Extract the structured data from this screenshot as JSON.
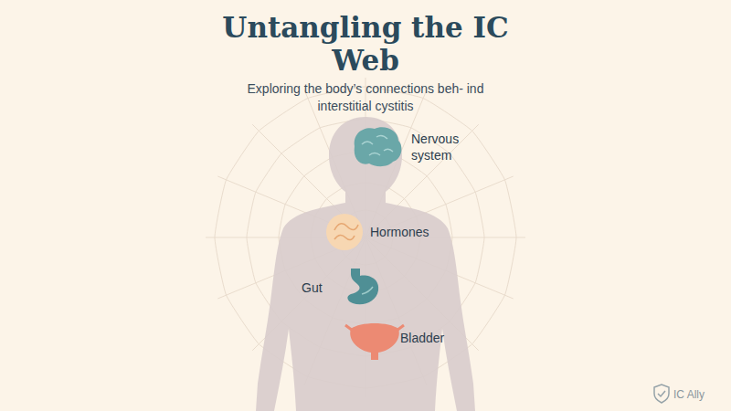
{
  "diagram": {
    "title": "Untangling the IC Web",
    "caption": "Exploring the body’s connections beh- ind interstitial cystitis",
    "labels": [
      "Nervous system",
      "Hormones",
      "Gut",
      "Bladder",
      "IC Ally"
    ]
  }
}
